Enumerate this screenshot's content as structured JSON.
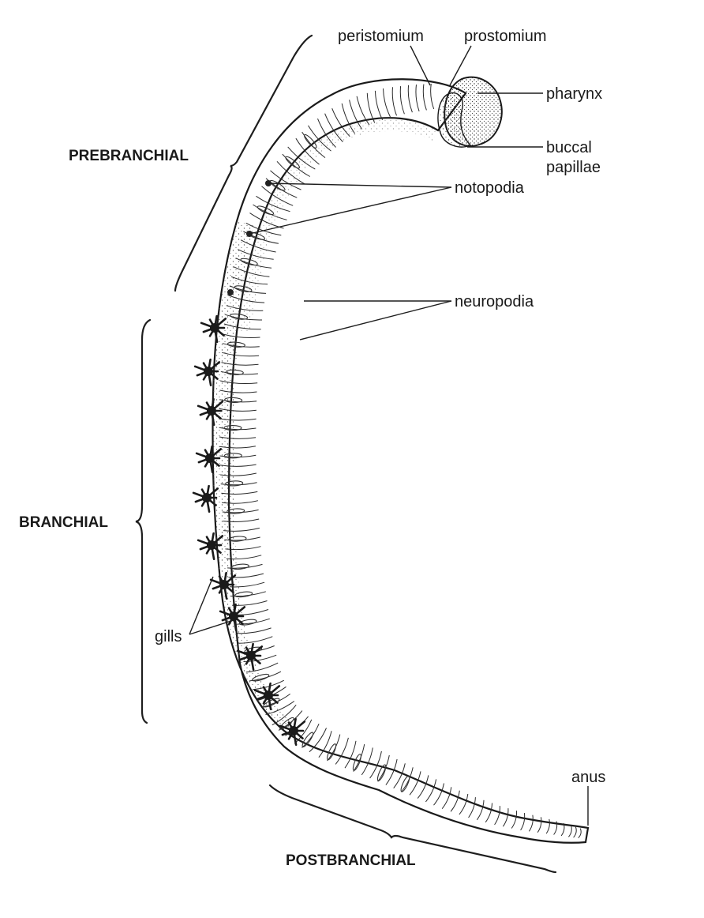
{
  "diagram": {
    "regions": {
      "prebranchial": "PREBRANCHIAL",
      "branchial": "BRANCHIAL",
      "postbranchial": "POSTBRANCHIAL"
    },
    "parts": {
      "peristomium": "peristomium",
      "prostomium": "prostomium",
      "pharynx": "pharynx",
      "buccal_line1": "buccal",
      "buccal_line2": "papillae",
      "notopodia": "notopodia",
      "neuropodia": "neuropodia",
      "gills": "gills",
      "anus": "anus"
    }
  }
}
